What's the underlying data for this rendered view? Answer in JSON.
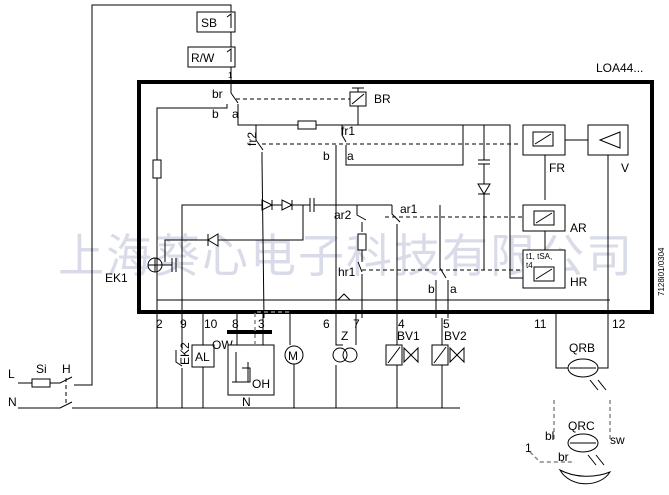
{
  "model_label": "LOA44...",
  "doc_number": "7128i01/0304",
  "watermark": "上海葵心电子科技有限公司",
  "boxes": {
    "sb": "SB",
    "rw": "R/W",
    "al": "AL",
    "motor": "M",
    "oh": "OH",
    "fr": "FR",
    "v": "V",
    "ar": "AR",
    "hr": "HR",
    "hr_sub": "t1, tSA,",
    "hr_sub2": "t4"
  },
  "labels": {
    "br": "BR",
    "br_contact": "br",
    "fr1": "fr1",
    "fr2": "fr2",
    "ar1": "ar1",
    "ar2": "ar2",
    "hr1": "hr1",
    "ek1": "EK1",
    "ek2": "EK2",
    "ow": "OW",
    "n_under_oh": "N",
    "z": "Z",
    "bv1": "BV1",
    "bv2": "BV2",
    "qrb": "QRB",
    "qrc": "QRC",
    "bl": "bl",
    "sw": "sw",
    "br_qrc": "br",
    "one_qrc": "1",
    "l": "L",
    "n": "N",
    "si": "Si",
    "h": "H",
    "b1": "b",
    "a1": "a",
    "b2": "b",
    "a2": "a",
    "b3": "b",
    "a3": "a"
  },
  "terminals": [
    "1",
    "2",
    "9",
    "10",
    "8",
    "3",
    "6",
    "7",
    "4",
    "5",
    "11",
    "12"
  ]
}
